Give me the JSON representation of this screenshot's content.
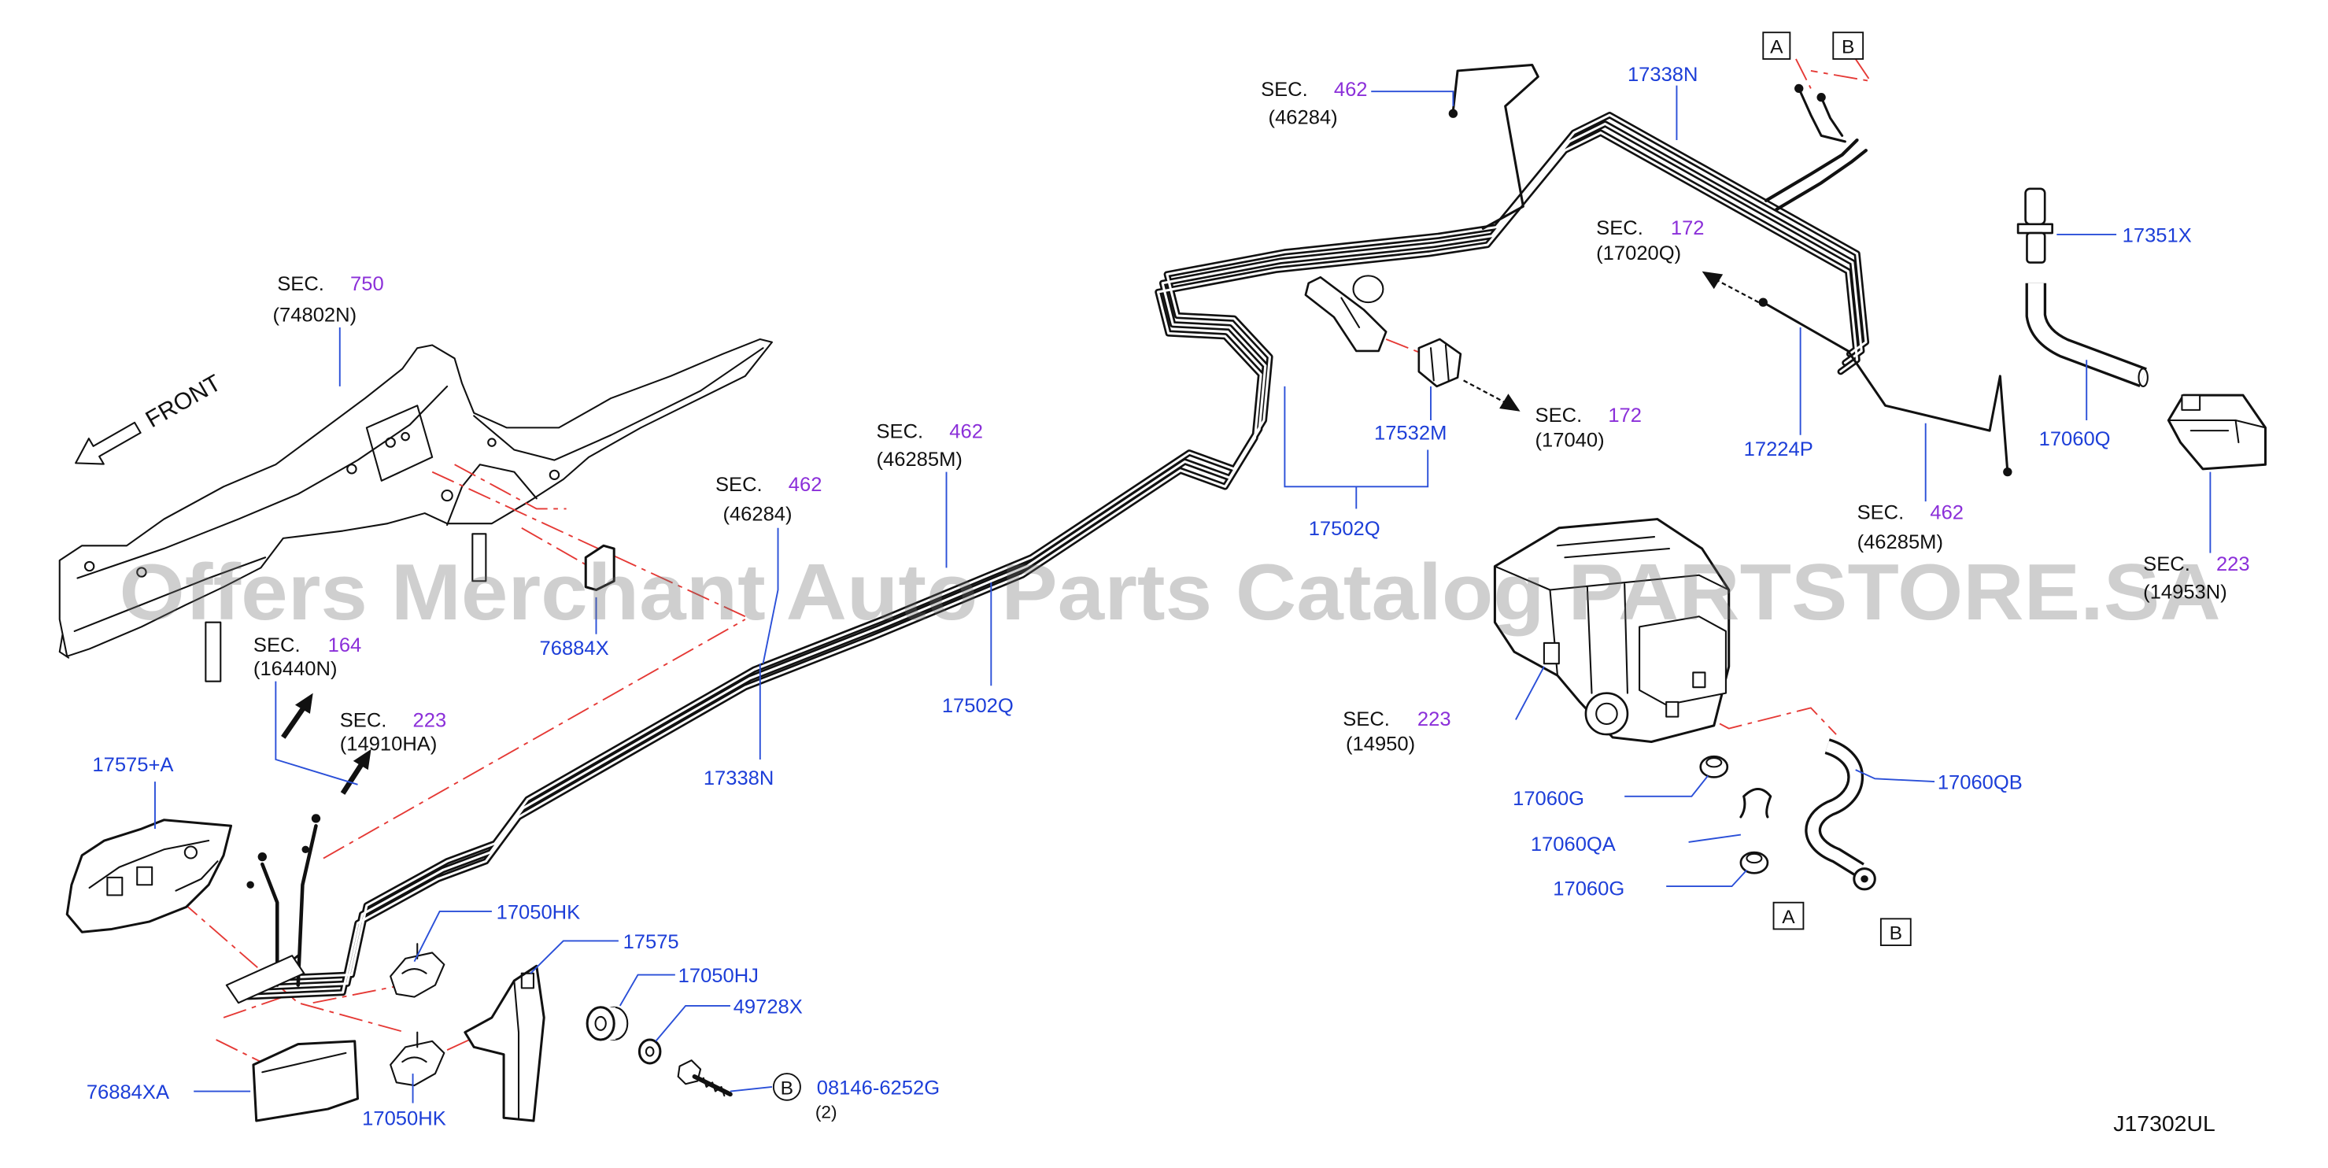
{
  "diagram": {
    "code": "J17302UL",
    "watermark": "Offers Merchant Auto Parts Catalog PARTSTORE.SA",
    "direction": "FRONT"
  },
  "section_refs": [
    {
      "prefix": "SEC.",
      "section": "750",
      "ref": "(74802N)"
    },
    {
      "prefix": "SEC.",
      "section": "164",
      "ref": "(16440N)"
    },
    {
      "prefix": "SEC.",
      "section": "223",
      "ref": "(14910HA)"
    },
    {
      "prefix": "SEC.",
      "section": "462",
      "ref": "(46284)"
    },
    {
      "prefix": "SEC.",
      "section": "462",
      "ref": "(46285M)"
    },
    {
      "prefix": "SEC.",
      "section": "462",
      "ref": "(46284)"
    },
    {
      "prefix": "SEC.",
      "section": "172",
      "ref": "(17020Q)"
    },
    {
      "prefix": "SEC.",
      "section": "172",
      "ref": "(17040)"
    },
    {
      "prefix": "SEC.",
      "section": "462",
      "ref": "(46285M)"
    },
    {
      "prefix": "SEC.",
      "section": "223",
      "ref": "(14953N)"
    },
    {
      "prefix": "SEC.",
      "section": "223",
      "ref": "(14950)"
    }
  ],
  "parts": [
    {
      "number": "76884X"
    },
    {
      "number": "17502Q"
    },
    {
      "number": "17338N"
    },
    {
      "number": "17575+A"
    },
    {
      "number": "17050HK"
    },
    {
      "number": "17575"
    },
    {
      "number": "17050HJ"
    },
    {
      "number": "49728X"
    },
    {
      "number": "76884XA"
    },
    {
      "number": "17050HK"
    },
    {
      "number": "17338N"
    },
    {
      "number": "17351X"
    },
    {
      "number": "17532M"
    },
    {
      "number": "17224P"
    },
    {
      "number": "17060Q"
    },
    {
      "number": "17502Q"
    },
    {
      "number": "17060G"
    },
    {
      "number": "17060QB"
    },
    {
      "number": "17060QA"
    },
    {
      "number": "17060G"
    }
  ],
  "tags": [
    "A",
    "B",
    "A",
    "B"
  ],
  "bolt_callout": {
    "marker": "B",
    "number": "08146-6252G",
    "quantity": "(2)"
  },
  "colors": {
    "part_number": "#1c3ed8",
    "section_number": "#8b2fd9",
    "leader_line": "#2a4fd8",
    "center_line": "#e53935",
    "line_art": "#111111"
  }
}
